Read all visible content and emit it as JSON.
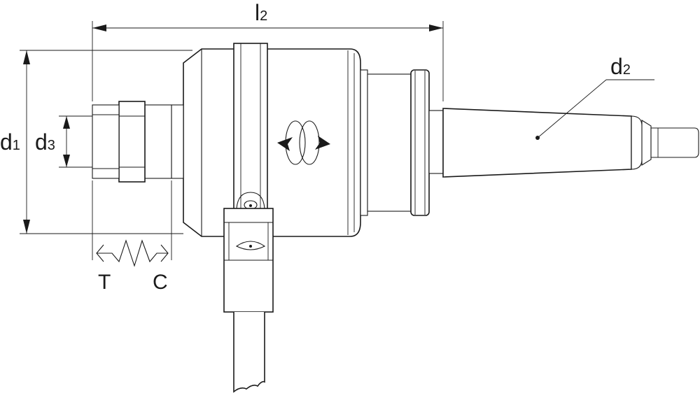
{
  "labels": {
    "l2": {
      "main": "l",
      "sub": "2"
    },
    "d1": {
      "main": "d",
      "sub": "1"
    },
    "d2": {
      "main": "d",
      "sub": "2"
    },
    "d3": {
      "main": "d",
      "sub": "3"
    },
    "T": "T",
    "C": "C"
  },
  "colors": {
    "line": "#1a1a1a",
    "background": "#ffffff"
  },
  "icons": [
    "rotation-arrows-icon",
    "axial-float-spring-icon"
  ]
}
